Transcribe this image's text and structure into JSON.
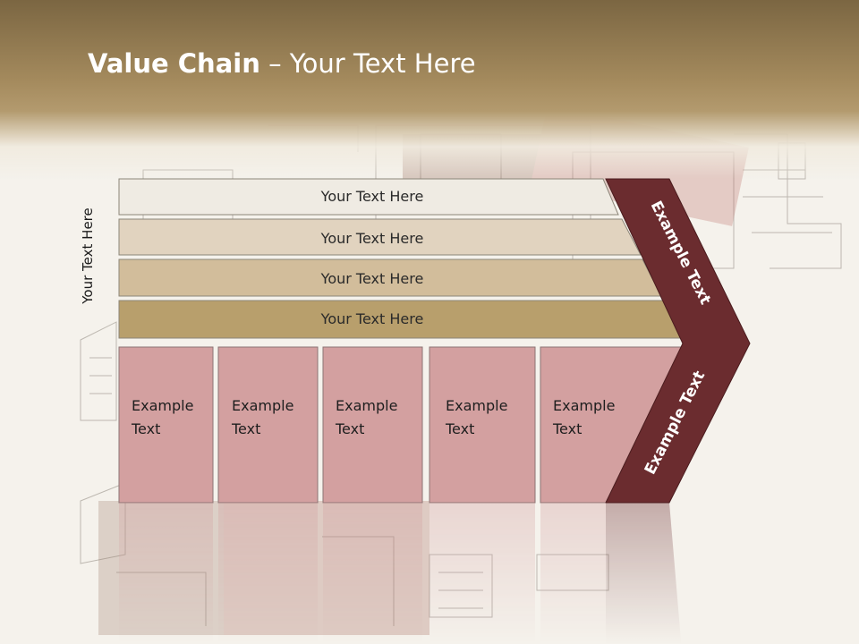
{
  "title": {
    "bold": "Value Chain",
    "rest": " – Your Text Here"
  },
  "side_label": "Your Text Here",
  "support_rows": [
    {
      "label": "Your Text Here",
      "fill": "#efebe3"
    },
    {
      "label": "Your Text Here",
      "fill": "#e1d3bf"
    },
    {
      "label": "Your Text Here",
      "fill": "#d2bd9b"
    },
    {
      "label": "Your Text Here",
      "fill": "#b89f6c"
    }
  ],
  "primary_boxes": [
    {
      "line1": "Example",
      "line2": "Text"
    },
    {
      "line1": "Example",
      "line2": "Text"
    },
    {
      "line1": "Example",
      "line2": "Text"
    },
    {
      "line1": "Example",
      "line2": "Text"
    },
    {
      "line1": "Example",
      "line2": "Text"
    }
  ],
  "arrow": {
    "upper_label": "Example Text",
    "lower_label": "Example Text",
    "color": "#6b2c2f"
  },
  "colors": {
    "primary_box": "#d3a0a0",
    "header_dark": "#7b6642"
  }
}
